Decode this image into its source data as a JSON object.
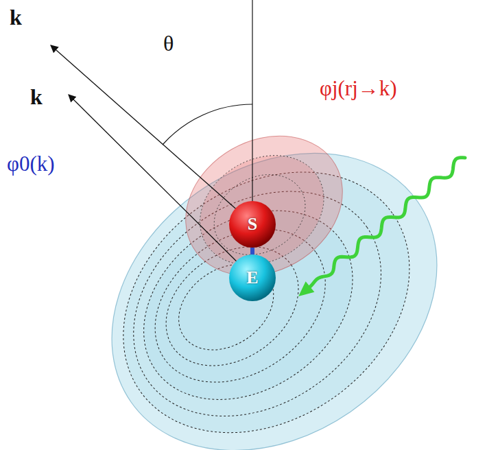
{
  "diagram": {
    "nodes": [
      {
        "text": [
          "S"
        ]
      },
      {
        "text": [
          "E"
        ]
      }
    ],
    "edges": [
      {
        "from": 0,
        "to": 1,
        "arrow": "none"
      }
    ],
    "labels": [
      "k",
      "k",
      "θ",
      "φj(rj→k)",
      "φ0(k)"
    ]
  }
}
